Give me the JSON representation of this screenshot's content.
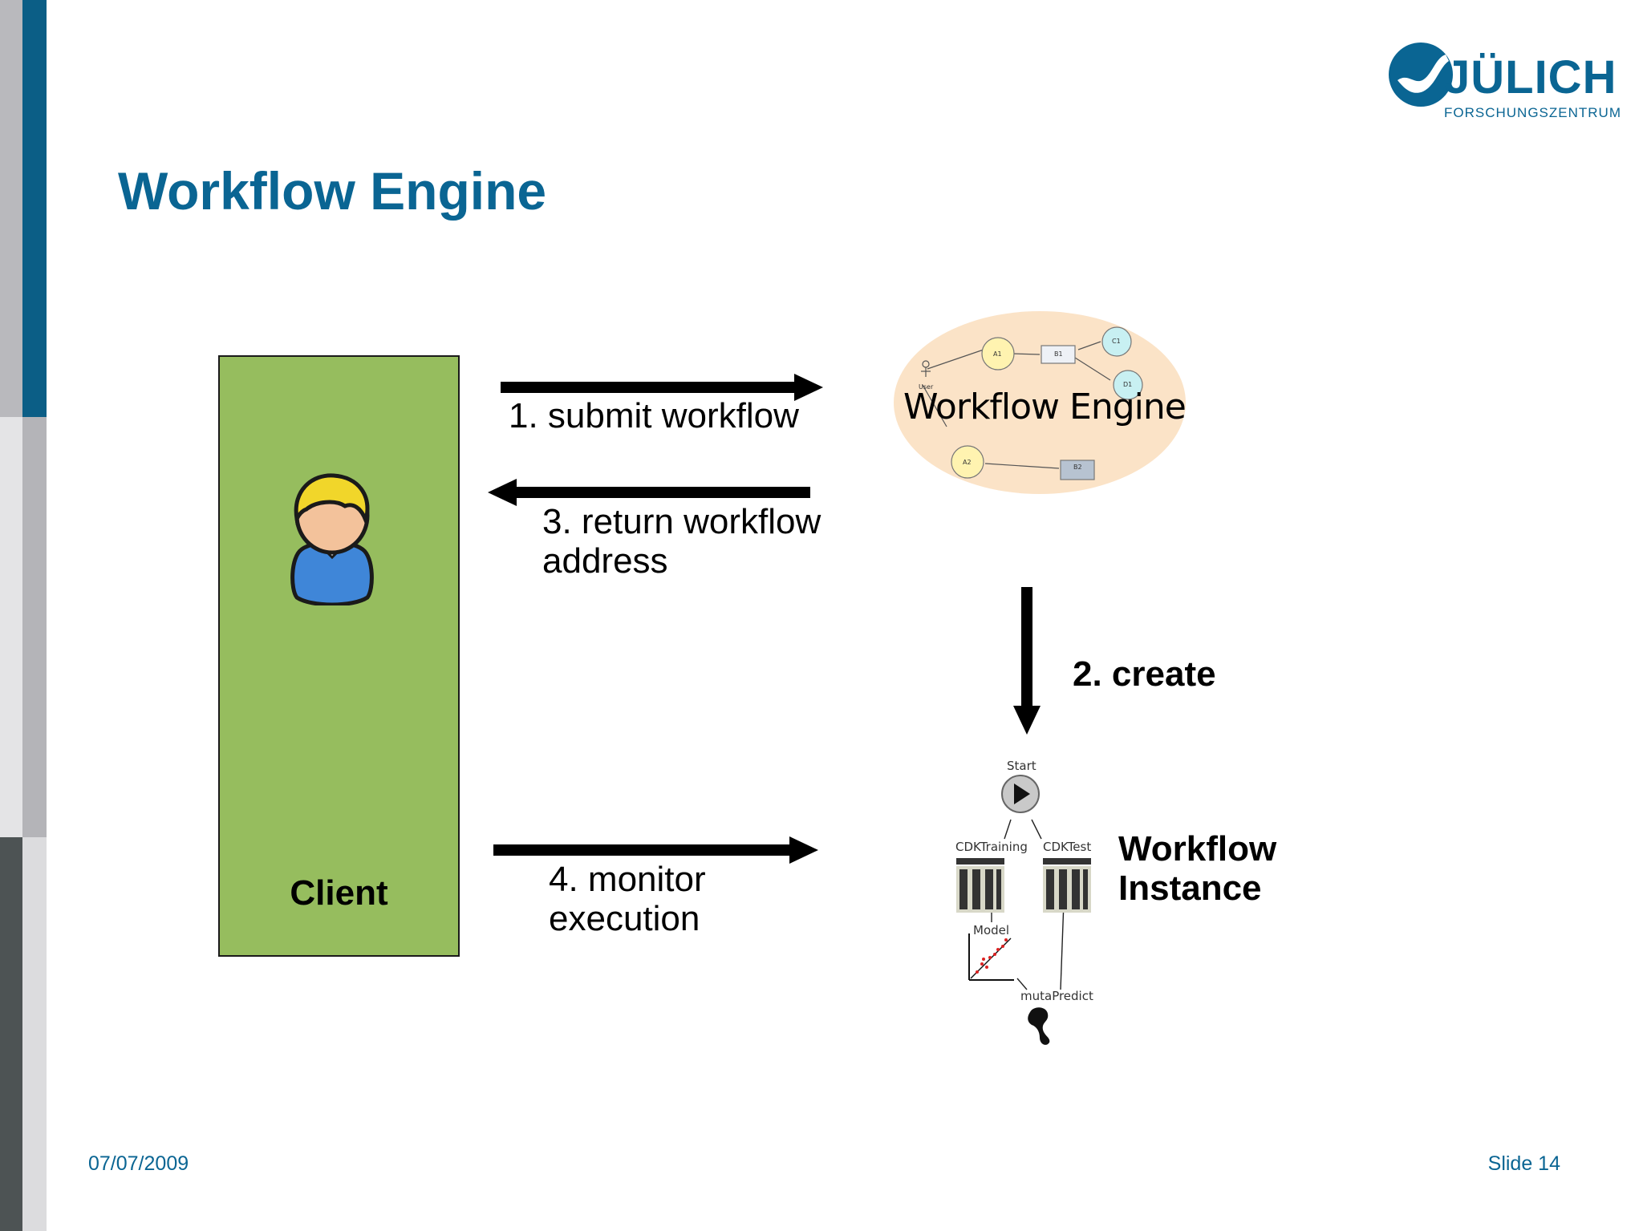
{
  "slide": {
    "title": "Workflow Engine"
  },
  "logo": {
    "name": "JÜLICH",
    "subtitle": "FORSCHUNGSZENTRUM"
  },
  "client": {
    "label": "Client"
  },
  "arrows": {
    "submit": "1. submit workflow",
    "return_line1": "3. return workflow",
    "return_line2": "address",
    "create": "2. create",
    "monitor_line1": "4. monitor",
    "monitor_line2": "execution"
  },
  "engine": {
    "label": "Workflow Engine",
    "nodes": {
      "user": "User",
      "a1": "A1",
      "a2": "A2",
      "b1": "B1",
      "b2": "B2",
      "c1": "C1",
      "d1": "D1"
    }
  },
  "instance": {
    "label_line1": "Workflow",
    "label_line2": "Instance",
    "steps": {
      "start": "Start",
      "training": "CDKTraining",
      "test": "CDKTest",
      "model": "Model",
      "predict": "mutaPredict"
    }
  },
  "footer": {
    "date": "07/07/2009",
    "slide_number": "Slide 14"
  },
  "colors": {
    "brand_blue": "#0a6593",
    "client_green": "#96bd5e",
    "engine_bubble": "#fbe3c7",
    "sidebar_gray": "#b4b4b8",
    "sidebar_dark": "#4d5354"
  }
}
